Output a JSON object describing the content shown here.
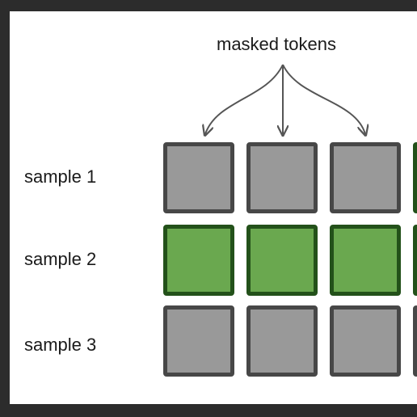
{
  "diagram": {
    "annotation": "masked tokens",
    "colors": {
      "masked_fill": "#999999",
      "masked_border": "#474747",
      "visible_fill": "#6aa84f",
      "visible_border": "#23511a",
      "arrow": "#555555",
      "background": "#ffffff",
      "frame": "#2c2c2c"
    },
    "rows": [
      {
        "label": "sample 1",
        "tokens": [
          "masked",
          "masked",
          "masked",
          "visible"
        ]
      },
      {
        "label": "sample 2",
        "tokens": [
          "visible",
          "visible",
          "visible",
          "visible"
        ]
      },
      {
        "label": "sample 3",
        "tokens": [
          "masked",
          "masked",
          "masked",
          "masked"
        ]
      }
    ]
  }
}
